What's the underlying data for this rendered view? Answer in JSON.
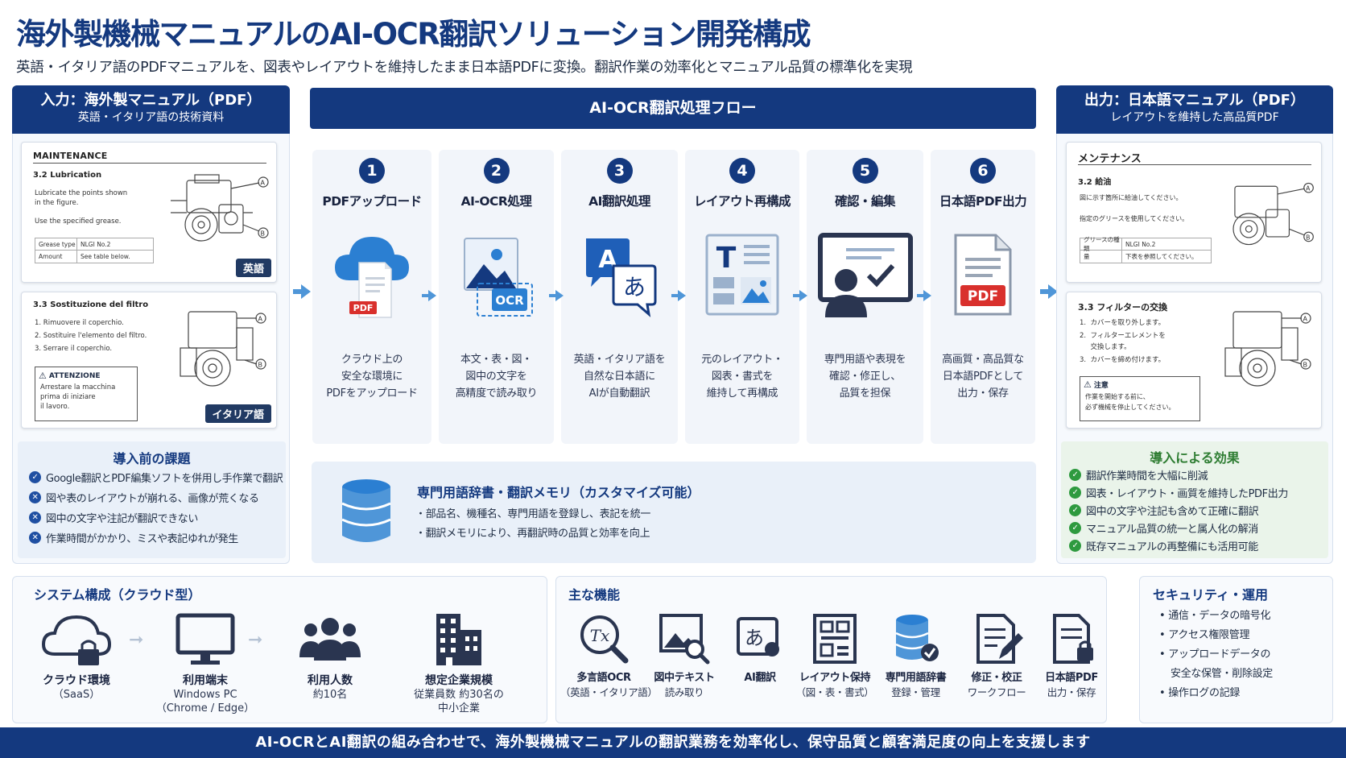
{
  "title": "海外製機械マニュアルのAI-OCR翻訳ソリューション開発構成",
  "subtitle": "英語・イタリア語のPDFマニュアルを、図表やレイアウトを維持したまま日本語PDFに変換。翻訳作業の効率化とマニュアル品質の標準化を実現",
  "input": {
    "header_l1": "入力：海外製マニュアル（PDF）",
    "header_l2": "英語・イタリア語の技術資料",
    "doc1": {
      "heading": "MAINTENANCE",
      "section": "3.2 Lubrication",
      "line1": "Lubricate the points shown",
      "line2": "in the figure.",
      "line3": "Use the specified grease.",
      "rows": [
        [
          "Grease type",
          "NLGI No.2"
        ],
        [
          "Amount",
          "See table below."
        ]
      ],
      "badge": "英語"
    },
    "doc2": {
      "section": "3.3 Sostituzione del filtro",
      "steps": [
        "1.  Rimuovere il coperchio.",
        "2.  Sostituire l'elemento del filtro.",
        "3.  Serrare il coperchio."
      ],
      "warn_title": "ATTENZIONE",
      "warn_text": "Arrestare la macchina\nprima di iniziare\nil lavoro.",
      "badge": "イタリア語"
    }
  },
  "issues": {
    "title": "導入前の課題",
    "items": [
      "Google翻訳とPDF編集ソフトを併用し手作業で翻訳",
      "図や表のレイアウトが崩れる、画像が荒くなる",
      "図中の文字や注記が翻訳できない",
      "作業時間がかかり、ミスや表記ゆれが発生"
    ]
  },
  "flow": {
    "header": "AI-OCR翻訳処理フロー",
    "steps": [
      {
        "num": "1",
        "title": "PDFアップロード",
        "desc": "クラウド上の\n安全な環境に\nPDFをアップロード",
        "icon": "cloud-upload-icon"
      },
      {
        "num": "2",
        "title": "AI-OCR処理",
        "desc": "本文・表・図・\n図中の文字を\n高精度で読み取り",
        "icon": "ocr-image-icon"
      },
      {
        "num": "3",
        "title": "AI翻訳処理",
        "desc": "英語・イタリア語を\n自然な日本語に\nAIが自動翻訳",
        "icon": "translate-icon"
      },
      {
        "num": "4",
        "title": "レイアウト再構成",
        "desc": "元のレイアウト・\n図表・書式を\n維持して再構成",
        "icon": "layout-icon"
      },
      {
        "num": "5",
        "title": "確認・編集",
        "desc": "専門用語や表現を\n確認・修正し、\n品質を担保",
        "icon": "review-icon"
      },
      {
        "num": "6",
        "title": "日本語PDF出力",
        "desc": "高画質・高品質な\n日本語PDFとして\n出力・保存",
        "icon": "pdf-icon"
      }
    ],
    "ocr_label": "OCR",
    "pdf_label": "PDF",
    "translate_a": "A",
    "translate_b": "あ",
    "layout_t": "T"
  },
  "dictionary": {
    "title": "専門用語辞書・翻訳メモリ（カスタマイズ可能）",
    "items": [
      "・部品名、機種名、専門用語を登録し、表記を統一",
      "・翻訳メモリにより、再翻訳時の品質と効率を向上"
    ]
  },
  "output": {
    "header_l1": "出力：日本語マニュアル（PDF）",
    "header_l2": "レイアウトを維持した高品質PDF",
    "doc1": {
      "heading": "メンテナンス",
      "section": "3.2 給油",
      "line1": "図に示す箇所に給油してください。",
      "line2": "指定のグリースを使用してください。",
      "rows": [
        [
          "グリースの種類",
          "NLGI No.2"
        ],
        [
          "量",
          "下表を参照してください。"
        ]
      ]
    },
    "doc2": {
      "section": "3.3 フィルターの交換",
      "steps": [
        "1.  カバーを取り外します。",
        "2.  フィルターエレメントを",
        "     交換します。",
        "3.  カバーを締め付けます。"
      ],
      "warn_title": "注意",
      "warn_text": "作業を開始する前に、\n必ず機械を停止してください。"
    }
  },
  "effects": {
    "title": "導入による効果",
    "items": [
      "翻訳作業時間を大幅に削減",
      "図表・レイアウト・画質を維持したPDF出力",
      "図中の文字や注記も含めて正確に翻訳",
      "マニュアル品質の統一と属人化の解消",
      "既存マニュアルの再整備にも活用可能"
    ]
  },
  "system": {
    "title": "システム構成（クラウド型）",
    "items": [
      {
        "l1": "クラウド環境",
        "l2": "（SaaS）",
        "l3": ""
      },
      {
        "l1": "利用端末",
        "l2": "Windows PC",
        "l3": "（Chrome / Edge）"
      },
      {
        "l1": "利用人数",
        "l2": "約10名",
        "l3": ""
      },
      {
        "l1": "想定企業規模",
        "l2": "従業員数 約30名の",
        "l3": "中小企業"
      }
    ]
  },
  "features": {
    "title": "主な機能",
    "items": [
      {
        "l1": "多言語OCR",
        "l2": "（英語・イタリア語）"
      },
      {
        "l1": "図中テキスト",
        "l2": "読み取り"
      },
      {
        "l1": "AI翻訳",
        "l2": ""
      },
      {
        "l1": "レイアウト保持",
        "l2": "（図・表・書式）"
      },
      {
        "l1": "専門用語辞書",
        "l2": "登録・管理"
      },
      {
        "l1": "修正・校正",
        "l2": "ワークフロー"
      },
      {
        "l1": "日本語PDF",
        "l2": "出力・保存"
      }
    ]
  },
  "security": {
    "title": "セキュリティ・運用",
    "items": [
      "通信・データの暗号化",
      "アクセス権限管理",
      "アップロードデータの",
      "安全な保管・削除設定",
      "操作ログの記録"
    ]
  },
  "footer": "AI-OCRとAI翻訳の組み合わせで、海外製機械マニュアルの翻訳業務を効率化し、保守品質と顧客満足度の向上を支援します",
  "colors": {
    "primary": "#14397f",
    "accent": "#4f96d8",
    "success": "#2e9a3f",
    "orange": "#f39c1f",
    "red": "#d9302c"
  }
}
